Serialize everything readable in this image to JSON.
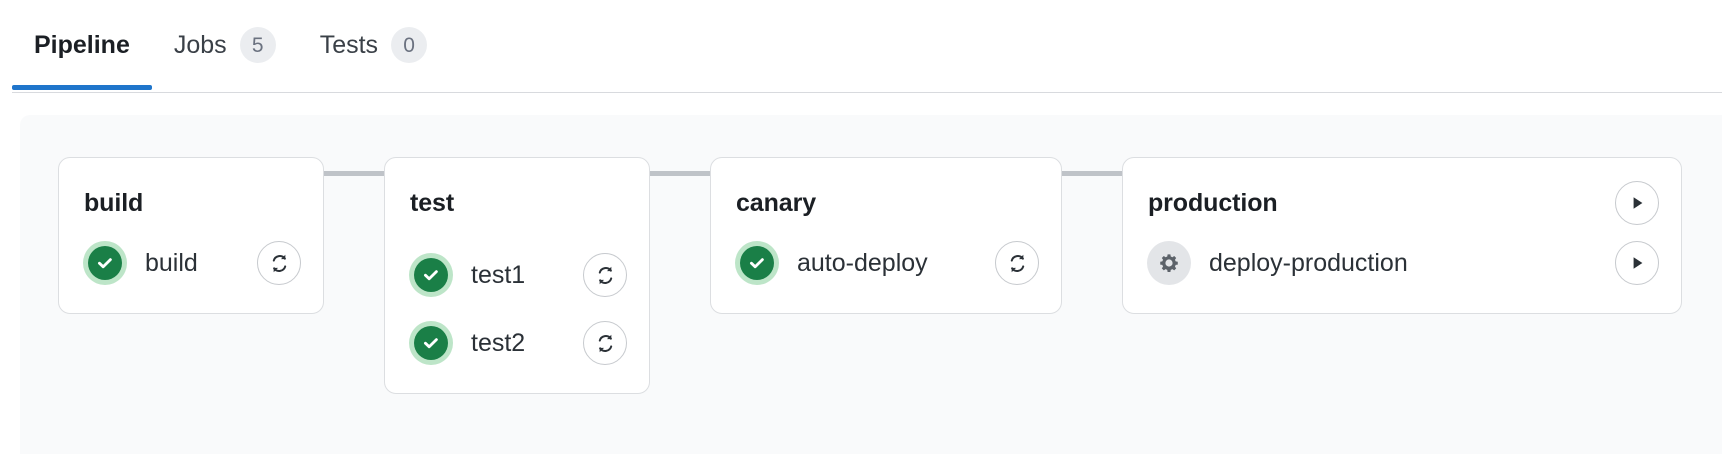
{
  "tabs": [
    {
      "label": "Pipeline",
      "badge": null,
      "active": true
    },
    {
      "label": "Jobs",
      "badge": "5",
      "active": false
    },
    {
      "label": "Tests",
      "badge": "0",
      "active": false
    }
  ],
  "colors": {
    "accent": "#1f75cb",
    "success": "#1a7f47",
    "success_halo": "#bde5c8",
    "manual": "#6b7280",
    "manual_halo": "#e3e5e8",
    "canvas": "#f9fafb",
    "connector": "#bfc3c8",
    "card_border": "#dcdee1"
  },
  "pipeline": {
    "stages": [
      {
        "name": "build",
        "header_action": null,
        "jobs": [
          {
            "name": "build",
            "status": "success",
            "status_icon": "check-icon",
            "action": "retry",
            "action_icon": "retry-icon"
          }
        ]
      },
      {
        "name": "test",
        "header_action": null,
        "jobs": [
          {
            "name": "test1",
            "status": "success",
            "status_icon": "check-icon",
            "action": "retry",
            "action_icon": "retry-icon"
          },
          {
            "name": "test2",
            "status": "success",
            "status_icon": "check-icon",
            "action": "retry",
            "action_icon": "retry-icon"
          }
        ]
      },
      {
        "name": "canary",
        "header_action": null,
        "jobs": [
          {
            "name": "auto-deploy",
            "status": "success",
            "status_icon": "check-icon",
            "action": "retry",
            "action_icon": "retry-icon"
          }
        ]
      },
      {
        "name": "production",
        "header_action": "play",
        "header_action_icon": "play-icon",
        "jobs": [
          {
            "name": "deploy-production",
            "status": "manual",
            "status_icon": "gear-icon",
            "action": "play",
            "action_icon": "play-icon"
          }
        ]
      }
    ]
  }
}
